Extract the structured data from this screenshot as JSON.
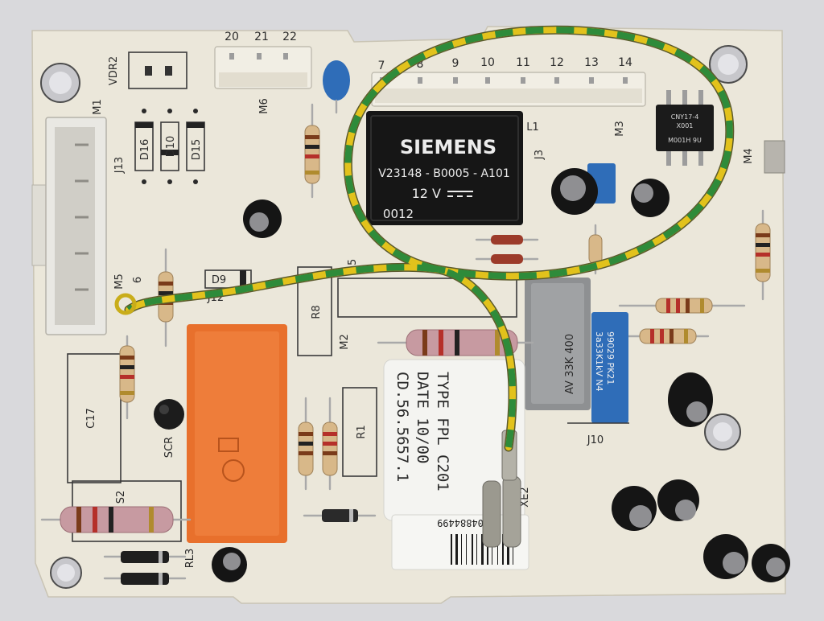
{
  "colors": {
    "background": "#d9d9dc",
    "board": "#ebe7da",
    "relay_orange": "#e8702c",
    "relay_black": "#161616",
    "wire_green": "#2e8b3a",
    "wire_yellow": "#e2c21c",
    "capacitor_blue": "#2f6db8",
    "capacitor_grey": "#8e9092"
  },
  "silkscreen": {
    "vdr2": "VDR2",
    "pin20": "20",
    "pin21": "21",
    "pin22": "22",
    "m6": "M6",
    "m1": "M1",
    "j13": "J13",
    "d16": "D16",
    "d10": "D10",
    "d15": "D15",
    "pin7": "7",
    "pin8": "8",
    "pin9": "9",
    "pin10": "10",
    "pin11": "11",
    "pin12": "12",
    "pin13": "13",
    "pin14": "14",
    "l1": "L1",
    "j3": "J3",
    "m3": "M3",
    "m4": "M4",
    "m5": "M5",
    "pin6": "6",
    "d9": "D9",
    "j12": "J12",
    "r8": "R8",
    "pin15": "15",
    "m2": "M2",
    "c17": "C17",
    "scr": "SCR",
    "r1": "R1",
    "j10": "J10",
    "xe2": "XE2",
    "s2": "S2",
    "rl3": "RL3"
  },
  "relay": {
    "brand": "SIEMENS",
    "part": "V23148 - B0005 - A101",
    "voltage": "12 V",
    "code": "0012"
  },
  "optocoupler": {
    "line1": "CNY17-4",
    "line2": "X001",
    "line3": "M001H 9U"
  },
  "capacitor_x2": {
    "marking": "AV 33K 400"
  },
  "capacitor_blue": {
    "line1": "99029 PK21",
    "line2": "3a33K1kV N4"
  },
  "label": {
    "line1": "TYPE FPL C201",
    "line2": "DATE 10/00",
    "line3": "CD.56.5657.1"
  },
  "barcode": {
    "number": "04884499"
  }
}
